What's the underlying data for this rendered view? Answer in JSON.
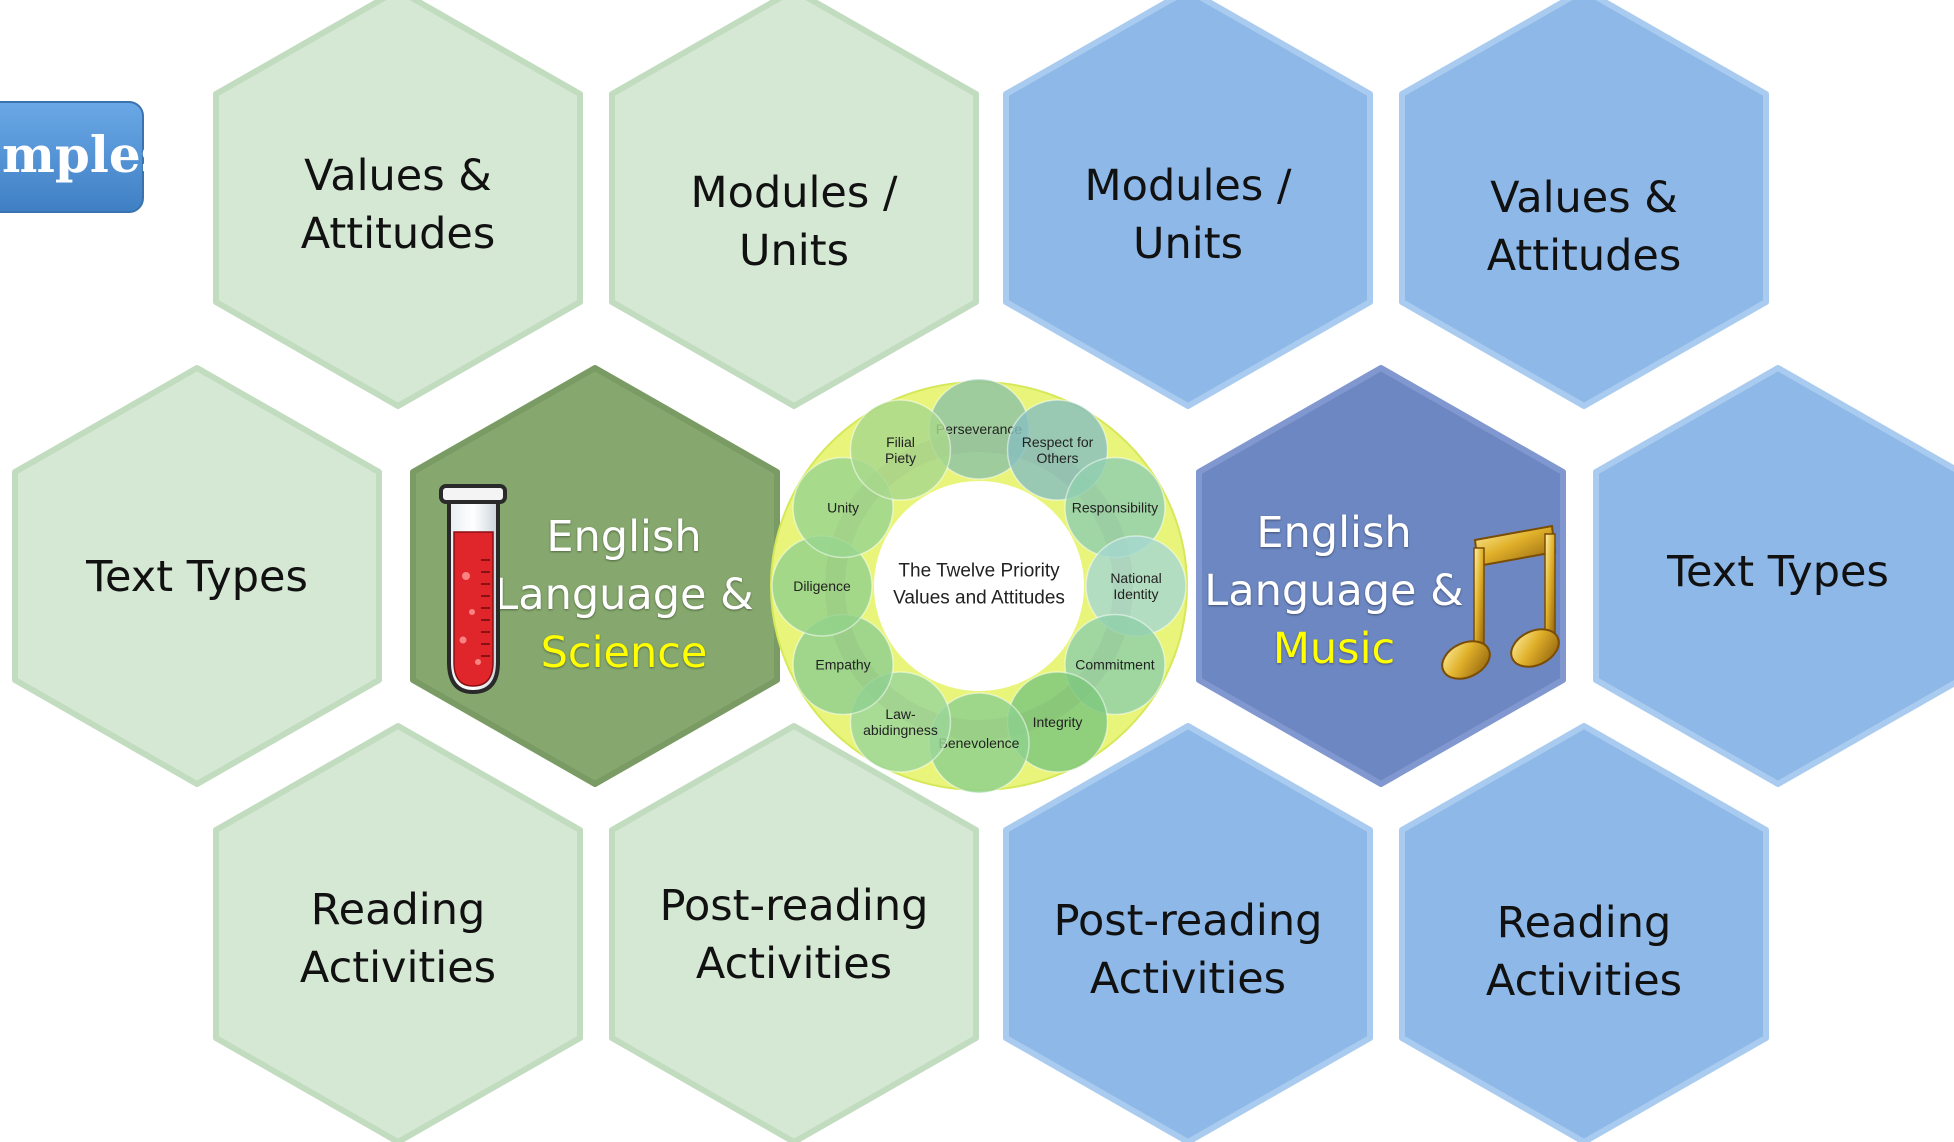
{
  "corner_tab": {
    "label": "mples"
  },
  "colors": {
    "light_green_fill": "#d5e8d4",
    "light_green_stroke": "#c2dcbf",
    "dark_green_fill": "#86a86e",
    "light_blue_fill": "#8db8e8",
    "light_blue_stroke": "#a9cbef",
    "dark_blue_fill": "#6d87c2",
    "highlight_yellow": "#ffff00",
    "ring_yellow": "#e9f57a"
  },
  "hexagons": [
    {
      "id": "values-attitudes-green",
      "lines": [
        "Values &",
        "Attitudes"
      ],
      "style": "light-green"
    },
    {
      "id": "modules-units-green",
      "lines": [
        "Modules /",
        "Units"
      ],
      "style": "light-green"
    },
    {
      "id": "modules-units-blue",
      "lines": [
        "Modules /",
        "Units"
      ],
      "style": "light-blue"
    },
    {
      "id": "values-attitudes-blue",
      "lines": [
        "Values &",
        "Attitudes"
      ],
      "style": "light-blue"
    },
    {
      "id": "text-types-green",
      "lines": [
        "Text Types"
      ],
      "style": "light-green"
    },
    {
      "id": "english-science",
      "lines": [
        "English",
        "Language &",
        "Science"
      ],
      "highlight_line": 2,
      "style": "dark-green",
      "icon": "test-tube-icon"
    },
    {
      "id": "english-music",
      "lines": [
        "English",
        "Language &",
        "Music"
      ],
      "highlight_line": 2,
      "style": "dark-blue",
      "icon": "music-note-icon"
    },
    {
      "id": "text-types-blue",
      "lines": [
        "Text Types"
      ],
      "style": "light-blue"
    },
    {
      "id": "reading-activities-green",
      "lines": [
        "Reading",
        "Activities"
      ],
      "style": "light-green"
    },
    {
      "id": "post-reading-activities-green",
      "lines": [
        "Post-reading",
        "Activities"
      ],
      "style": "light-green"
    },
    {
      "id": "post-reading-activities-blue",
      "lines": [
        "Post-reading",
        "Activities"
      ],
      "style": "light-blue"
    },
    {
      "id": "reading-activities-blue",
      "lines": [
        "Reading",
        "Activities"
      ],
      "style": "light-blue"
    }
  ],
  "values_wheel": {
    "center_lines": [
      "The Twelve Priority",
      "Values and Attitudes"
    ],
    "values": [
      [
        "Perseverance"
      ],
      [
        "Respect for",
        "Others"
      ],
      [
        "Responsibility"
      ],
      [
        "National",
        "Identity"
      ],
      [
        "Commitment"
      ],
      [
        "Integrity"
      ],
      [
        "Benevolence"
      ],
      [
        "Law-",
        "abidingness"
      ],
      [
        "Empathy"
      ],
      [
        "Diligence"
      ],
      [
        "Unity"
      ],
      [
        "Filial",
        "Piety"
      ]
    ]
  }
}
